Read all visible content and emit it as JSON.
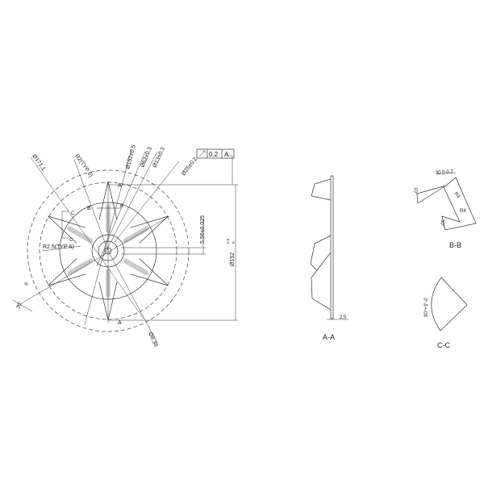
{
  "main_view": {
    "labels": {
      "d171": "Ø171.1",
      "r2": "R2(TYP 6)",
      "d152tol": "Ø152±0.5",
      "d62": "Ø62±0.3",
      "d13": "Ø13±0.3",
      "d25": "Ø25±0.2",
      "d556": "5.56±0.025",
      "d152": "Ø152",
      "d152_upper": "0.5",
      "d152_lower": "0",
      "r25": "R2.5(TYP 6)",
      "d838": "Ø8.38",
      "sec_a_top": "A",
      "sec_a_bottom": "A",
      "sec_b1": "B",
      "sec_b2": "B",
      "sec_c1": "C",
      "sec_c2": "C",
      "dim_8": "8",
      "ang_20": "20°"
    },
    "tolerance_frame": {
      "symbol": "circular-runout-icon",
      "value": "0.2",
      "datum": "A"
    }
  },
  "section_aa": {
    "title": "A-A",
    "thickness": "2.5"
  },
  "section_bb": {
    "title": "B-B",
    "width": "30.0-0.2",
    "angle1": "10°",
    "r1": "R4",
    "r2": "R4",
    "angle2": "30°"
  },
  "section_cc": {
    "title": "C-C",
    "angle": "90°+3°-0"
  }
}
